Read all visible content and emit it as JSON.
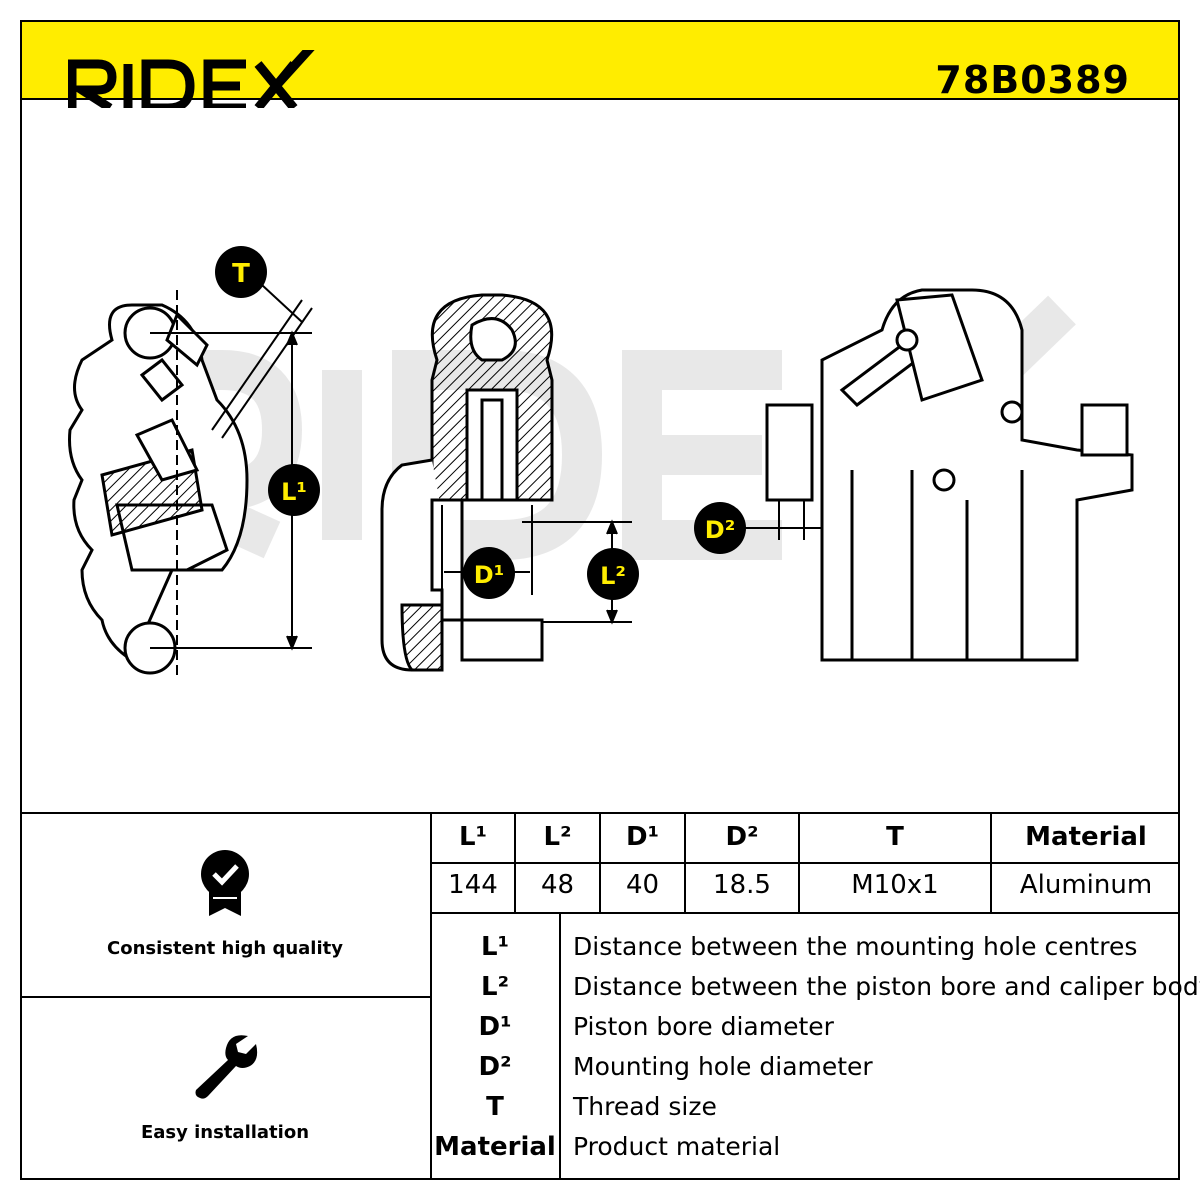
{
  "header": {
    "brand": "RIDEX",
    "part_number": "78B0389",
    "background": "#ffed00"
  },
  "diagram": {
    "watermark": "RIDEX",
    "callouts": {
      "T": "T",
      "L1": "L¹",
      "D1": "D¹",
      "L2": "L²",
      "D2": "D²"
    }
  },
  "features": [
    {
      "icon": "quality-badge-icon",
      "label": "Consistent high quality"
    },
    {
      "icon": "wrench-icon",
      "label": "Easy installation"
    }
  ],
  "spec_table": {
    "headers": [
      "L¹",
      "L²",
      "D¹",
      "D²",
      "T",
      "Material"
    ],
    "values": [
      "144",
      "48",
      "40",
      "18.5",
      "M10x1",
      "Aluminum"
    ]
  },
  "legend": [
    {
      "key": "L¹",
      "desc": "Distance between the mounting hole centres"
    },
    {
      "key": "L²",
      "desc": "Distance between the piston bore and caliper body"
    },
    {
      "key": "D¹",
      "desc": "Piston bore diameter"
    },
    {
      "key": "D²",
      "desc": "Mounting hole diameter"
    },
    {
      "key": "T",
      "desc": "Thread size"
    },
    {
      "key": "Material",
      "desc": "Product material"
    }
  ]
}
